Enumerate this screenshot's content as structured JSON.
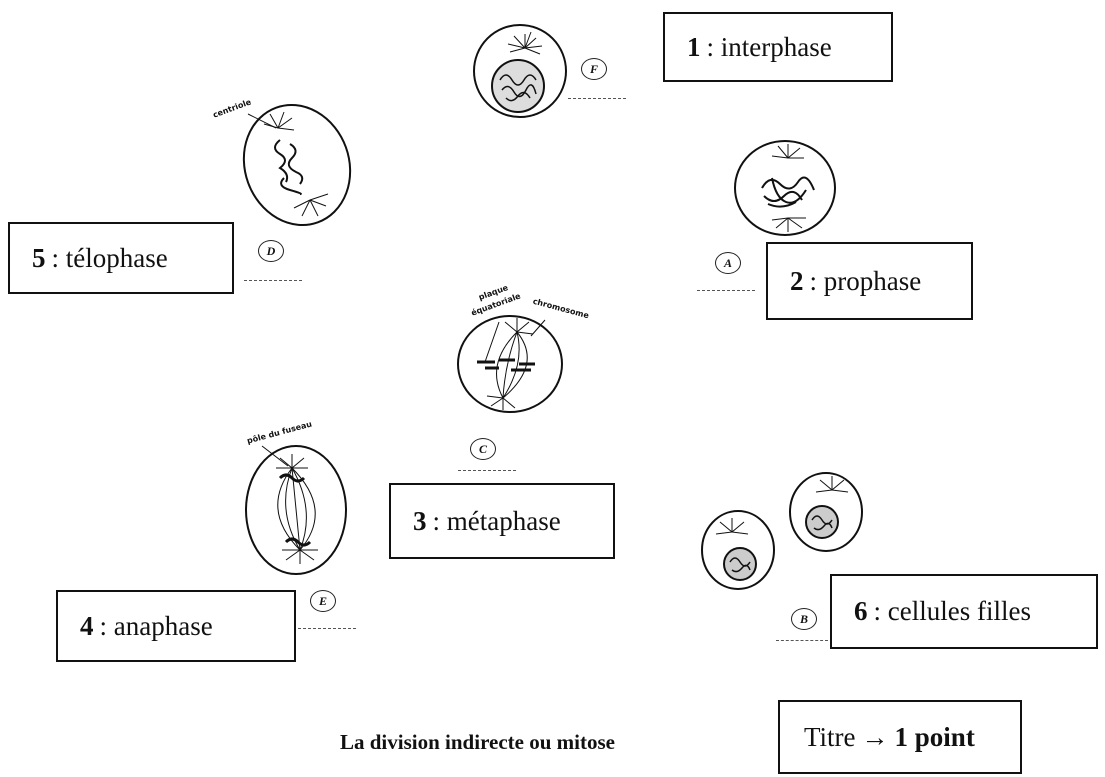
{
  "stages": [
    {
      "num": "1",
      "name": " : interphase",
      "letter": "F"
    },
    {
      "num": "2",
      "name": " : prophase",
      "letter": "A"
    },
    {
      "num": "3",
      "name": " : métaphase",
      "letter": "C"
    },
    {
      "num": "4",
      "name": " : anaphase",
      "letter": "E"
    },
    {
      "num": "5",
      "name": " : télophase",
      "letter": "D"
    },
    {
      "num": "6",
      "name": " : cellules filles",
      "letter": "B"
    }
  ],
  "small_labels": {
    "centriole": "centriole",
    "plaque": "plaque",
    "equatoriale": "équatoriale",
    "chromosome": "chromosome",
    "poles": "pôle du fuseau"
  },
  "caption": "La division indirecte ou mitose",
  "score": {
    "prefix": "Titre ",
    "arrow": "→",
    "points": "1 point"
  }
}
